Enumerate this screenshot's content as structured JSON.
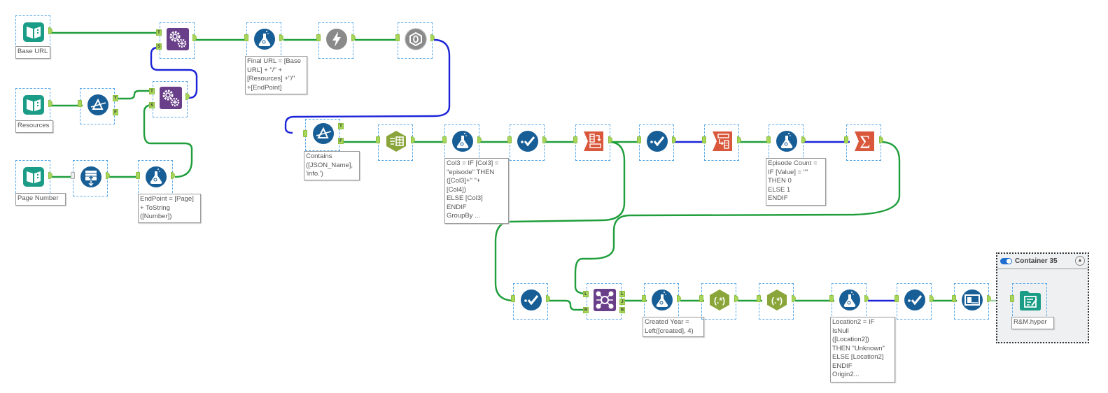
{
  "app": "Alteryx Designer workflow canvas",
  "colors": {
    "wire_green": "#1f9e3b",
    "wire_blue": "#1d24d8",
    "input_teal": "#1b9c86",
    "formula_blue": "#185e96",
    "purple": "#6a3f8a",
    "orange": "#d9583c",
    "olive": "#8aa63b",
    "gray": "#8a8a8a",
    "selection_dash": "#58a8e8",
    "anchor_green": "#a8d65a"
  },
  "tools": [
    {
      "id": "t1",
      "type": "text-input",
      "icon": "book-icon",
      "label": "Base URL"
    },
    {
      "id": "t2",
      "type": "text-input",
      "icon": "book-icon",
      "label": "Resources"
    },
    {
      "id": "t3",
      "type": "text-input",
      "icon": "book-icon",
      "label": "Page Number"
    },
    {
      "id": "t4",
      "type": "filter",
      "icon": "filter-icon",
      "anchors": [
        "T",
        "F"
      ]
    },
    {
      "id": "t5",
      "type": "append-fields",
      "icon": "gears-icon",
      "anchors_in": [
        "T",
        "S"
      ]
    },
    {
      "id": "t6",
      "type": "append-fields",
      "icon": "gears-icon",
      "anchors_in": [
        "T",
        "S"
      ]
    },
    {
      "id": "t7",
      "type": "generate-rows",
      "icon": "generate-rows-icon"
    },
    {
      "id": "t8",
      "type": "formula",
      "icon": "flask-icon",
      "annotation": "EndPoint = [Page]\n+ ToString\n([Number])"
    },
    {
      "id": "t9",
      "type": "formula",
      "icon": "flask-icon",
      "annotation": "Final URL = [Base\nURL] + \"/\" +\n[Resources] +\"/\"\n+[EndPoint]"
    },
    {
      "id": "t10",
      "type": "download",
      "icon": "lightning-icon"
    },
    {
      "id": "t11",
      "type": "json-parse",
      "icon": "json-parse-icon"
    },
    {
      "id": "t12",
      "type": "filter",
      "icon": "filter-icon",
      "anchors": [
        "T",
        "F"
      ],
      "annotation": "Contains\n([JSON_Name],\n'info.')"
    },
    {
      "id": "t13",
      "type": "text-to-columns",
      "icon": "text-to-columns-icon"
    },
    {
      "id": "t14",
      "type": "formula",
      "icon": "flask-icon",
      "annotation": "Col3 = IF [Col3] =\n\"episode\" THEN\n([Col3]+\" \"+\n[Col4])\nELSE [Col3]\nENDIF\nGroupBy ..."
    },
    {
      "id": "t15",
      "type": "select",
      "icon": "select-check-icon"
    },
    {
      "id": "t16",
      "type": "cross-tab",
      "icon": "cross-tab-icon"
    },
    {
      "id": "t17",
      "type": "select",
      "icon": "select-check-icon"
    },
    {
      "id": "t18",
      "type": "transpose",
      "icon": "transpose-icon"
    },
    {
      "id": "t19",
      "type": "formula",
      "icon": "flask-icon",
      "annotation": "Episode Count =\nIF [Value] = \"\"\nTHEN 0\nELSE 1\nENDIF"
    },
    {
      "id": "t20",
      "type": "summarize",
      "icon": "sigma-icon"
    },
    {
      "id": "t21",
      "type": "select",
      "icon": "select-check-icon"
    },
    {
      "id": "t22",
      "type": "join",
      "icon": "join-icon",
      "anchors_in": [
        "L",
        "R"
      ],
      "anchors_out": [
        "L",
        "J",
        "R"
      ]
    },
    {
      "id": "t23",
      "type": "formula",
      "icon": "flask-icon",
      "annotation": "Created Year =\nLeft([created], 4)"
    },
    {
      "id": "t24",
      "type": "regex",
      "icon": "regex-icon",
      "glyph": "(.*)"
    },
    {
      "id": "t25",
      "type": "regex",
      "icon": "regex-icon",
      "glyph": "(.*)"
    },
    {
      "id": "t26",
      "type": "formula",
      "icon": "flask-icon",
      "annotation": "Location2 = IF\nIsNull\n([Location2])\nTHEN \"Unknown\"\nELSE [Location2]\nENDIF\nOrigin2..."
    },
    {
      "id": "t27",
      "type": "select",
      "icon": "select-check-icon"
    },
    {
      "id": "t28",
      "type": "browse-table",
      "icon": "table-icon"
    },
    {
      "id": "t29",
      "type": "output",
      "icon": "output-file-icon",
      "label": "R&M.hyper"
    }
  ],
  "container": {
    "title": "Container 35",
    "enabled": true,
    "collapse_glyph": "▲"
  },
  "anchor_labels": {
    "T": "T",
    "F": "F",
    "S": "S",
    "L": "L",
    "R": "R",
    "J": "J"
  },
  "glyphs": {
    "sigma": "Σ",
    "regex": "(.*)"
  }
}
